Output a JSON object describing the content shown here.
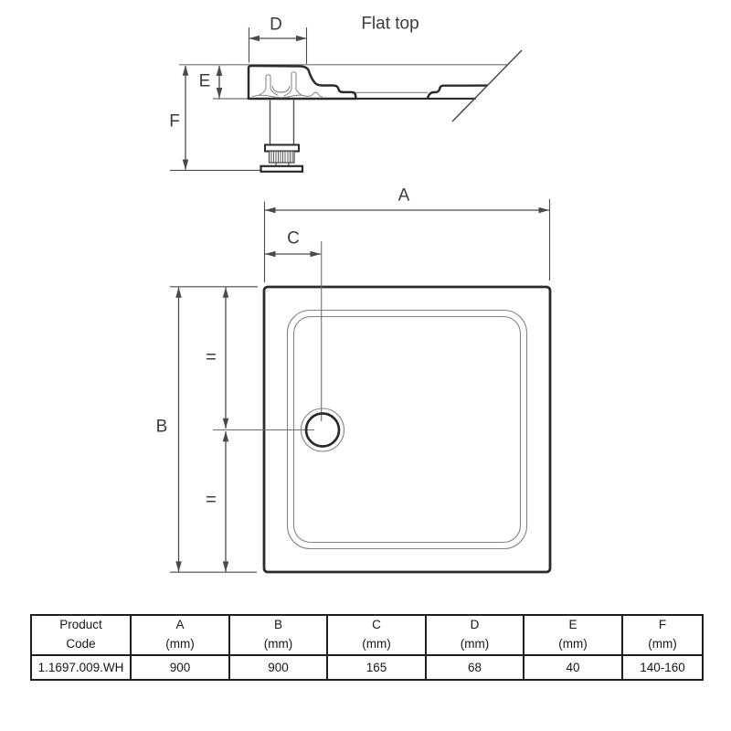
{
  "diagram": {
    "side_view": {
      "flat_top_label": "Flat top",
      "dim_labels": {
        "d": "D",
        "e": "E",
        "f": "F"
      }
    },
    "plan_view": {
      "dim_labels": {
        "a": "A",
        "b": "B",
        "c": "C"
      },
      "equal_marks": [
        "=",
        "="
      ]
    },
    "colors": {
      "outline_dark": "#2b2b2b",
      "dimension_line": "#4a4a4a",
      "detail_line": "#828282",
      "label_text": "#3c3c3c",
      "table_border": "#1f1f1f"
    }
  },
  "table": {
    "headers": [
      {
        "line1": "Product",
        "line2": "Code"
      },
      {
        "line1": "A",
        "line2": "(mm)"
      },
      {
        "line1": "B",
        "line2": "(mm)"
      },
      {
        "line1": "C",
        "line2": "(mm)"
      },
      {
        "line1": "D",
        "line2": "(mm)"
      },
      {
        "line1": "E",
        "line2": "(mm)"
      },
      {
        "line1": "F",
        "line2": "(mm)"
      }
    ],
    "row": [
      "1.1697.009.WH",
      "900",
      "900",
      "165",
      "68",
      "40",
      "140-160"
    ]
  }
}
